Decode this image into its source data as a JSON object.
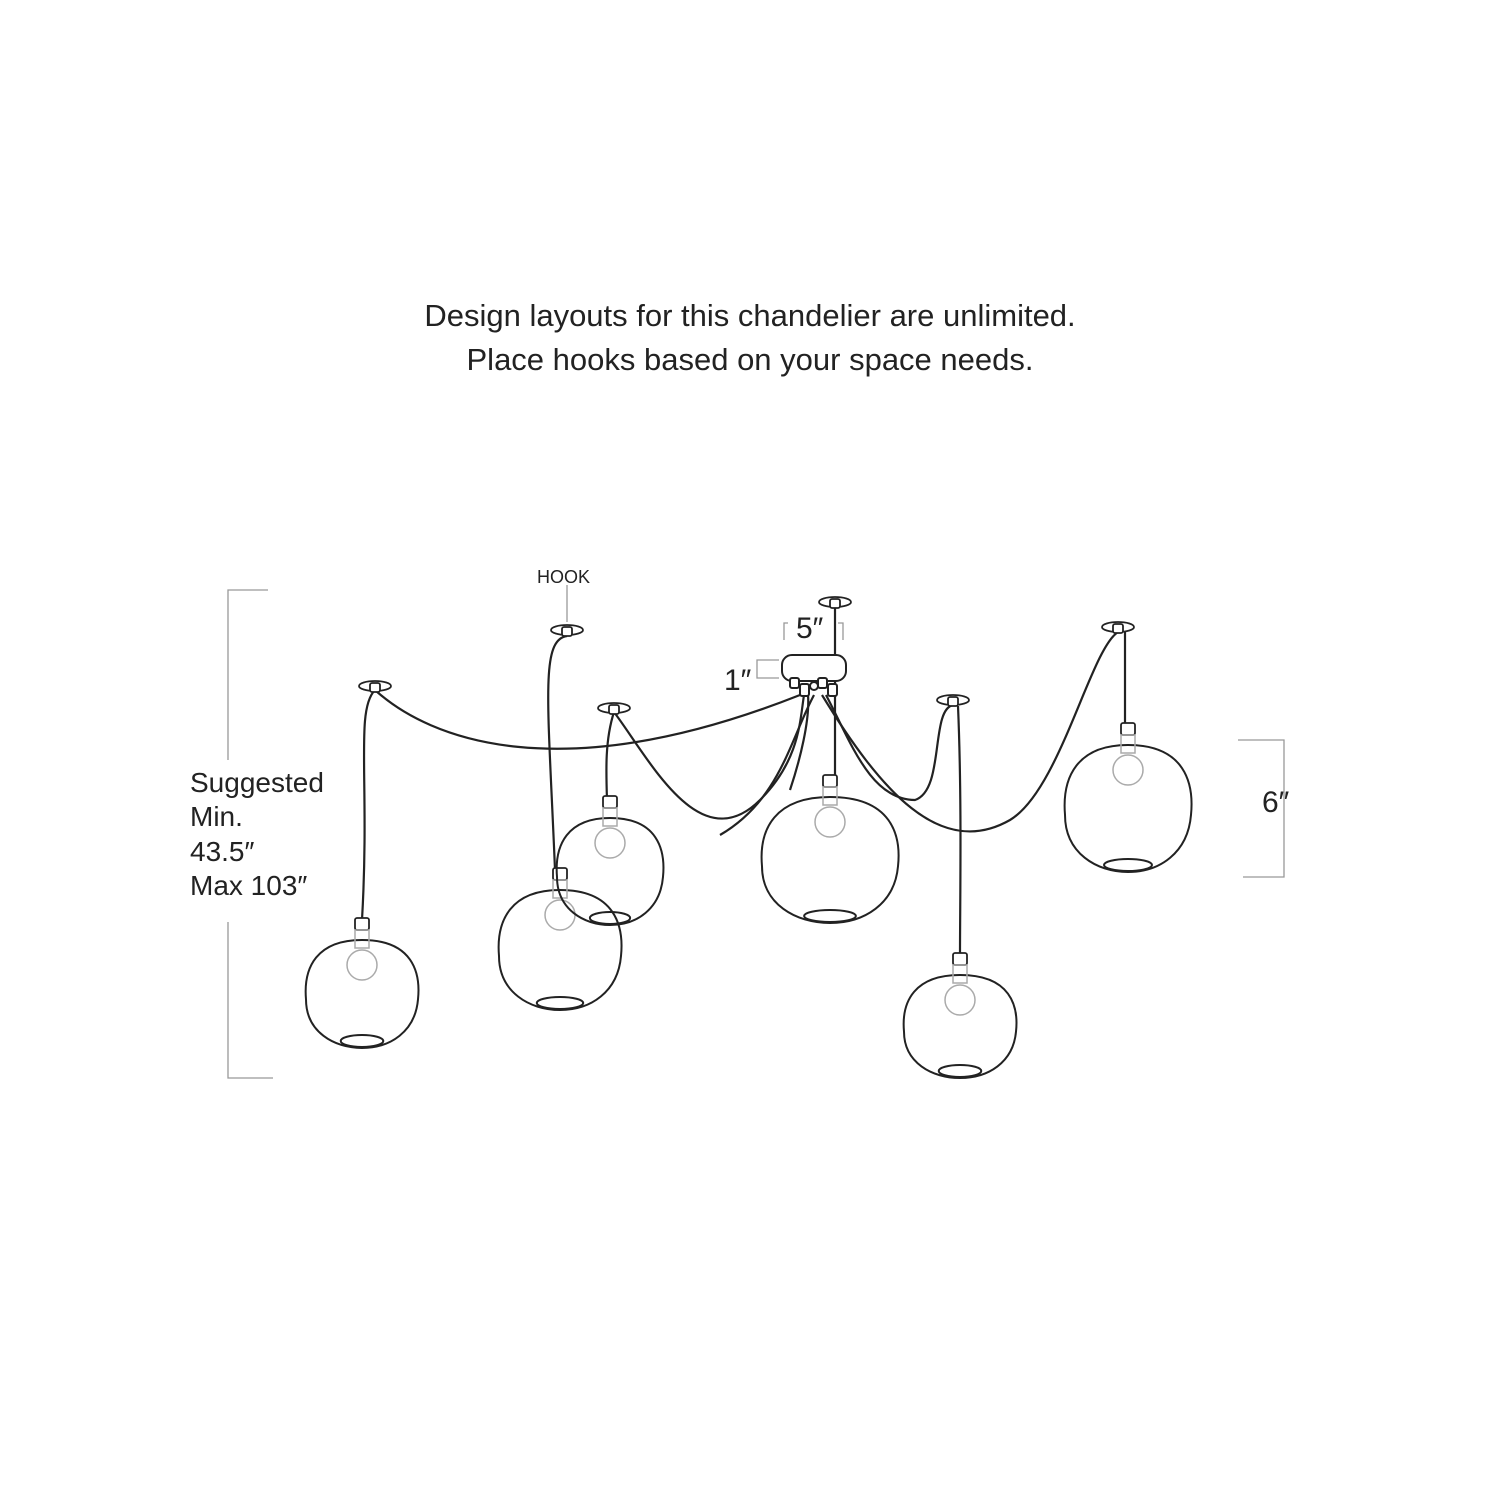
{
  "header": {
    "line1": "Design layouts for this chandelier are unlimited.",
    "line2": "Place hooks based on your space needs."
  },
  "labels": {
    "hook": "HOOK",
    "canopy_width": "5″",
    "canopy_height": "1″",
    "globe_height": "6″",
    "drop_line1": "Suggested",
    "drop_line2": "Min.",
    "drop_line3": "43.5″",
    "drop_line4": "Max 103″"
  },
  "colors": {
    "line": "#222222",
    "dim": "#999999",
    "bulb": "#aaaaaa"
  }
}
